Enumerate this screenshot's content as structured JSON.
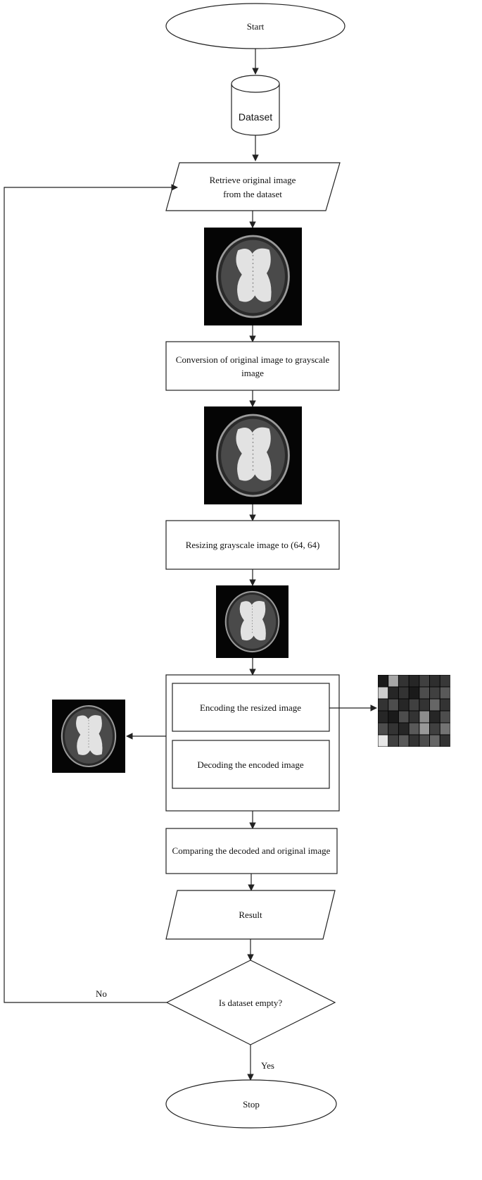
{
  "nodes": {
    "start": "Start",
    "dataset": "Dataset",
    "retrieve_line1": "Retrieve original image",
    "retrieve_line2": "from the dataset",
    "grayscale_line1": "Conversion of original image to grayscale",
    "grayscale_line2": "image",
    "resize": "Resizing grayscale image to (64, 64)",
    "encode": "Encoding the resized image",
    "decode": "Decoding the encoded image",
    "compare": "Comparing the decoded and original image",
    "result": "Result",
    "decision": "Is dataset empty?",
    "stop": "Stop"
  },
  "edges": {
    "no": "No",
    "yes": "Yes"
  },
  "encoded_grid": [
    [
      0.1,
      0.65,
      0.2,
      0.15,
      0.25,
      0.18,
      0.22
    ],
    [
      0.8,
      0.15,
      0.2,
      0.1,
      0.3,
      0.25,
      0.35
    ],
    [
      0.2,
      0.3,
      0.15,
      0.25,
      0.2,
      0.4,
      0.2
    ],
    [
      0.15,
      0.1,
      0.3,
      0.2,
      0.55,
      0.15,
      0.3
    ],
    [
      0.3,
      0.2,
      0.15,
      0.35,
      0.6,
      0.25,
      0.45
    ],
    [
      0.9,
      0.25,
      0.35,
      0.2,
      0.3,
      0.4,
      0.2
    ]
  ],
  "colors": {
    "stroke": "#222222",
    "image_bg": "#050505",
    "brain_tissue": "#4a4a4a",
    "ventricle": "#e2e2e2"
  }
}
